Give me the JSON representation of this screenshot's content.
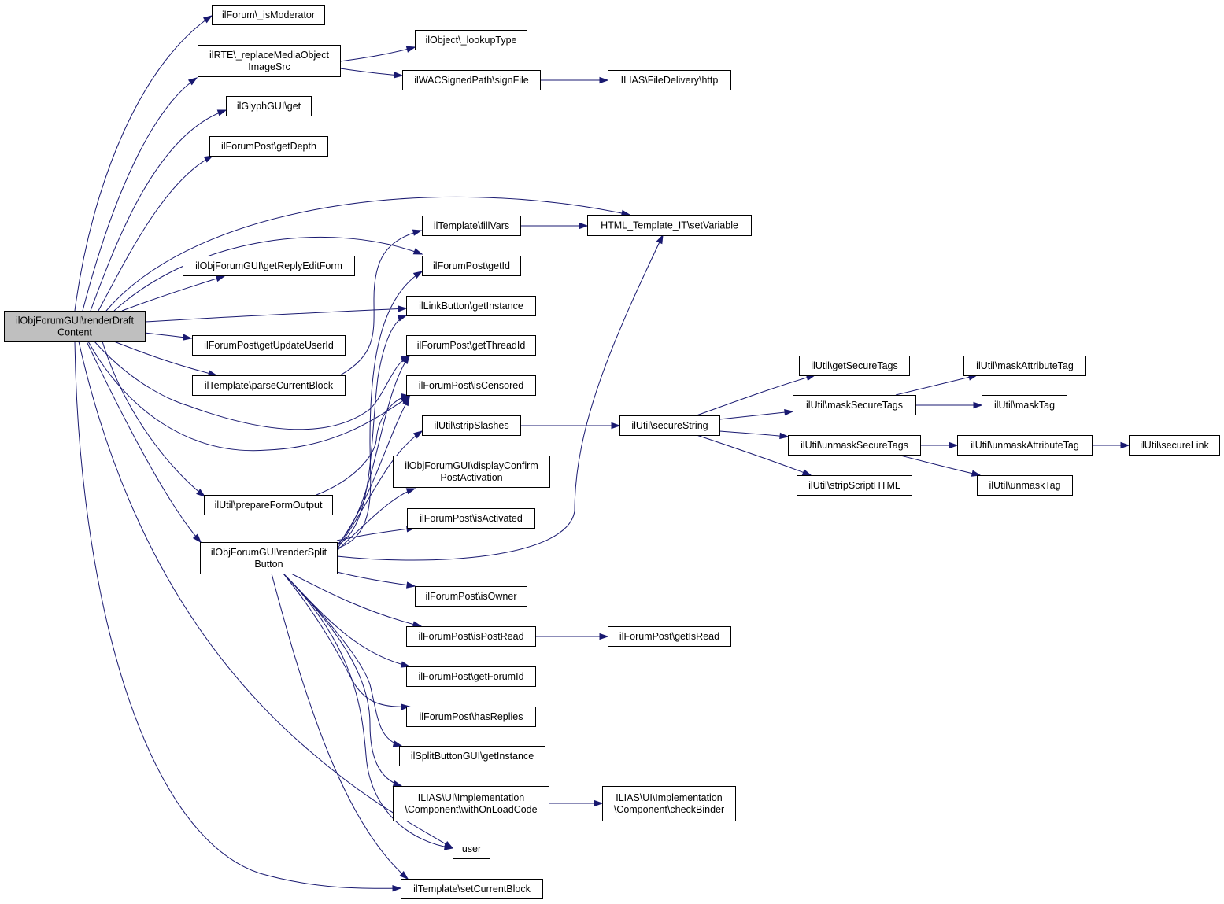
{
  "colors": {
    "edge": "#191970",
    "node_border": "#000000",
    "root_fill": "#bfbfbf",
    "node_fill": "#ffffff"
  },
  "nodes": {
    "root": {
      "lines": [
        "ilObjForumGUI\\renderDraft",
        "Content"
      ]
    },
    "isModerator": {
      "lines": [
        "ilForum\\_isModerator"
      ]
    },
    "replaceMedia": {
      "lines": [
        "ilRTE\\_replaceMediaObject",
        "ImageSrc"
      ]
    },
    "lookupType": {
      "lines": [
        "ilObject\\_lookupType"
      ]
    },
    "signFile": {
      "lines": [
        "ilWACSignedPath\\signFile"
      ]
    },
    "http": {
      "lines": [
        "ILIAS\\FileDelivery\\http"
      ]
    },
    "glyphGet": {
      "lines": [
        "ilGlyphGUI\\get"
      ]
    },
    "getDepth": {
      "lines": [
        "ilForumPost\\getDepth"
      ]
    },
    "setVariable": {
      "lines": [
        "HTML_Template_IT\\setVariable"
      ]
    },
    "fillVars": {
      "lines": [
        "ilTemplate\\fillVars"
      ]
    },
    "getReplyEditForm": {
      "lines": [
        "ilObjForumGUI\\getReplyEditForm"
      ]
    },
    "getId": {
      "lines": [
        "ilForumPost\\getId"
      ]
    },
    "linkButton": {
      "lines": [
        "ilLinkButton\\getInstance"
      ]
    },
    "getUpdateUserId": {
      "lines": [
        "ilForumPost\\getUpdateUserId"
      ]
    },
    "getThreadId": {
      "lines": [
        "ilForumPost\\getThreadId"
      ]
    },
    "parseCurrentBlock": {
      "lines": [
        "ilTemplate\\parseCurrentBlock"
      ]
    },
    "isCensored": {
      "lines": [
        "ilForumPost\\isCensored"
      ]
    },
    "stripSlashes": {
      "lines": [
        "ilUtil\\stripSlashes"
      ]
    },
    "secureString": {
      "lines": [
        "ilUtil\\secureString"
      ]
    },
    "getSecureTags": {
      "lines": [
        "ilUtil\\getSecureTags"
      ]
    },
    "maskSecureTags": {
      "lines": [
        "ilUtil\\maskSecureTags"
      ]
    },
    "maskAttributeTag": {
      "lines": [
        "ilUtil\\maskAttributeTag"
      ]
    },
    "maskTag": {
      "lines": [
        "ilUtil\\maskTag"
      ]
    },
    "unmaskSecureTags": {
      "lines": [
        "ilUtil\\unmaskSecureTags"
      ]
    },
    "unmaskAttributeTag": {
      "lines": [
        "ilUtil\\unmaskAttributeTag"
      ]
    },
    "secureLink": {
      "lines": [
        "ilUtil\\secureLink"
      ]
    },
    "stripScriptHTML": {
      "lines": [
        "ilUtil\\stripScriptHTML"
      ]
    },
    "unmaskTag": {
      "lines": [
        "ilUtil\\unmaskTag"
      ]
    },
    "displayConfirm": {
      "lines": [
        "ilObjForumGUI\\displayConfirm",
        "PostActivation"
      ]
    },
    "prepareFormOutput": {
      "lines": [
        "ilUtil\\prepareFormOutput"
      ]
    },
    "isActivated": {
      "lines": [
        "ilForumPost\\isActivated"
      ]
    },
    "renderSplit": {
      "lines": [
        "ilObjForumGUI\\renderSplit",
        "Button"
      ]
    },
    "isOwner": {
      "lines": [
        "ilForumPost\\isOwner"
      ]
    },
    "isPostRead": {
      "lines": [
        "ilForumPost\\isPostRead"
      ]
    },
    "getIsRead": {
      "lines": [
        "ilForumPost\\getIsRead"
      ]
    },
    "getForumId": {
      "lines": [
        "ilForumPost\\getForumId"
      ]
    },
    "hasReplies": {
      "lines": [
        "ilForumPost\\hasReplies"
      ]
    },
    "splitButton": {
      "lines": [
        "ilSplitButtonGUI\\getInstance"
      ]
    },
    "withOnLoadCode": {
      "lines": [
        "ILIAS\\UI\\Implementation",
        "\\Component\\withOnLoadCode"
      ]
    },
    "checkBinder": {
      "lines": [
        "ILIAS\\UI\\Implementation",
        "\\Component\\checkBinder"
      ]
    },
    "user": {
      "lines": [
        "user"
      ]
    },
    "setCurrentBlock": {
      "lines": [
        "ilTemplate\\setCurrentBlock"
      ]
    }
  }
}
